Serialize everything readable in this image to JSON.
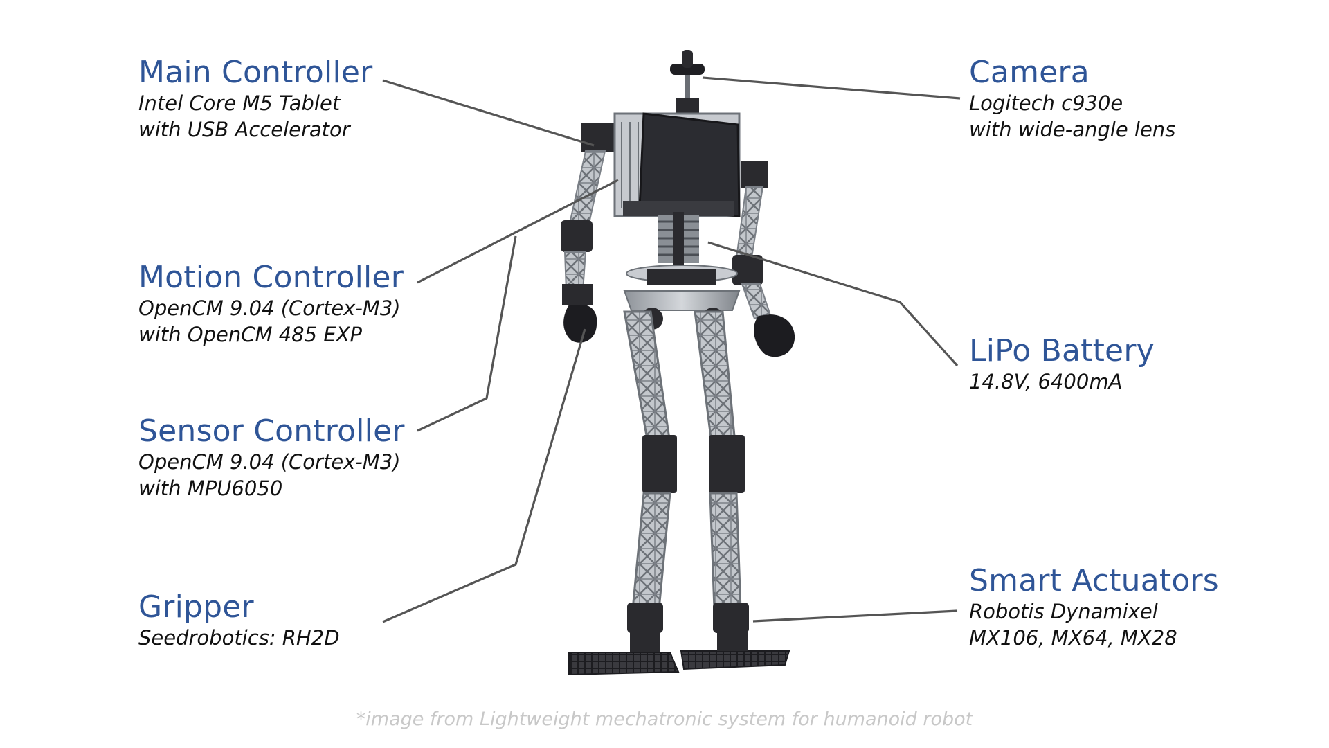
{
  "components": {
    "main_controller": {
      "title": "Main Controller",
      "line1": "Intel Core M5 Tablet",
      "line2": "with USB Accelerator"
    },
    "motion_controller": {
      "title": "Motion Controller",
      "line1": "OpenCM 9.04 (Cortex-M3)",
      "line2": "with OpenCM 485 EXP"
    },
    "sensor_controller": {
      "title": "Sensor Controller",
      "line1": "OpenCM 9.04 (Cortex-M3)",
      "line2": "with MPU6050"
    },
    "gripper": {
      "title": "Gripper",
      "line1": "Seedrobotics: RH2D"
    },
    "camera": {
      "title": "Camera",
      "line1": "Logitech c930e",
      "line2": "with wide-angle lens"
    },
    "lipo_battery": {
      "title": "LiPo Battery",
      "line1": "14.8V, 6400mA"
    },
    "smart_actuators": {
      "title": "Smart Actuators",
      "line1": "Robotis Dynamixel",
      "line2": "MX106, MX64, MX28"
    }
  },
  "caption": "*image from Lightweight mechatronic system for humanoid robot",
  "colors": {
    "title": "#2f5597",
    "description": "#111111",
    "leader_line": "#555555",
    "caption": "#c8c8c8",
    "robot_metal": "#a9adb3",
    "robot_dark": "#2a2a2e"
  }
}
